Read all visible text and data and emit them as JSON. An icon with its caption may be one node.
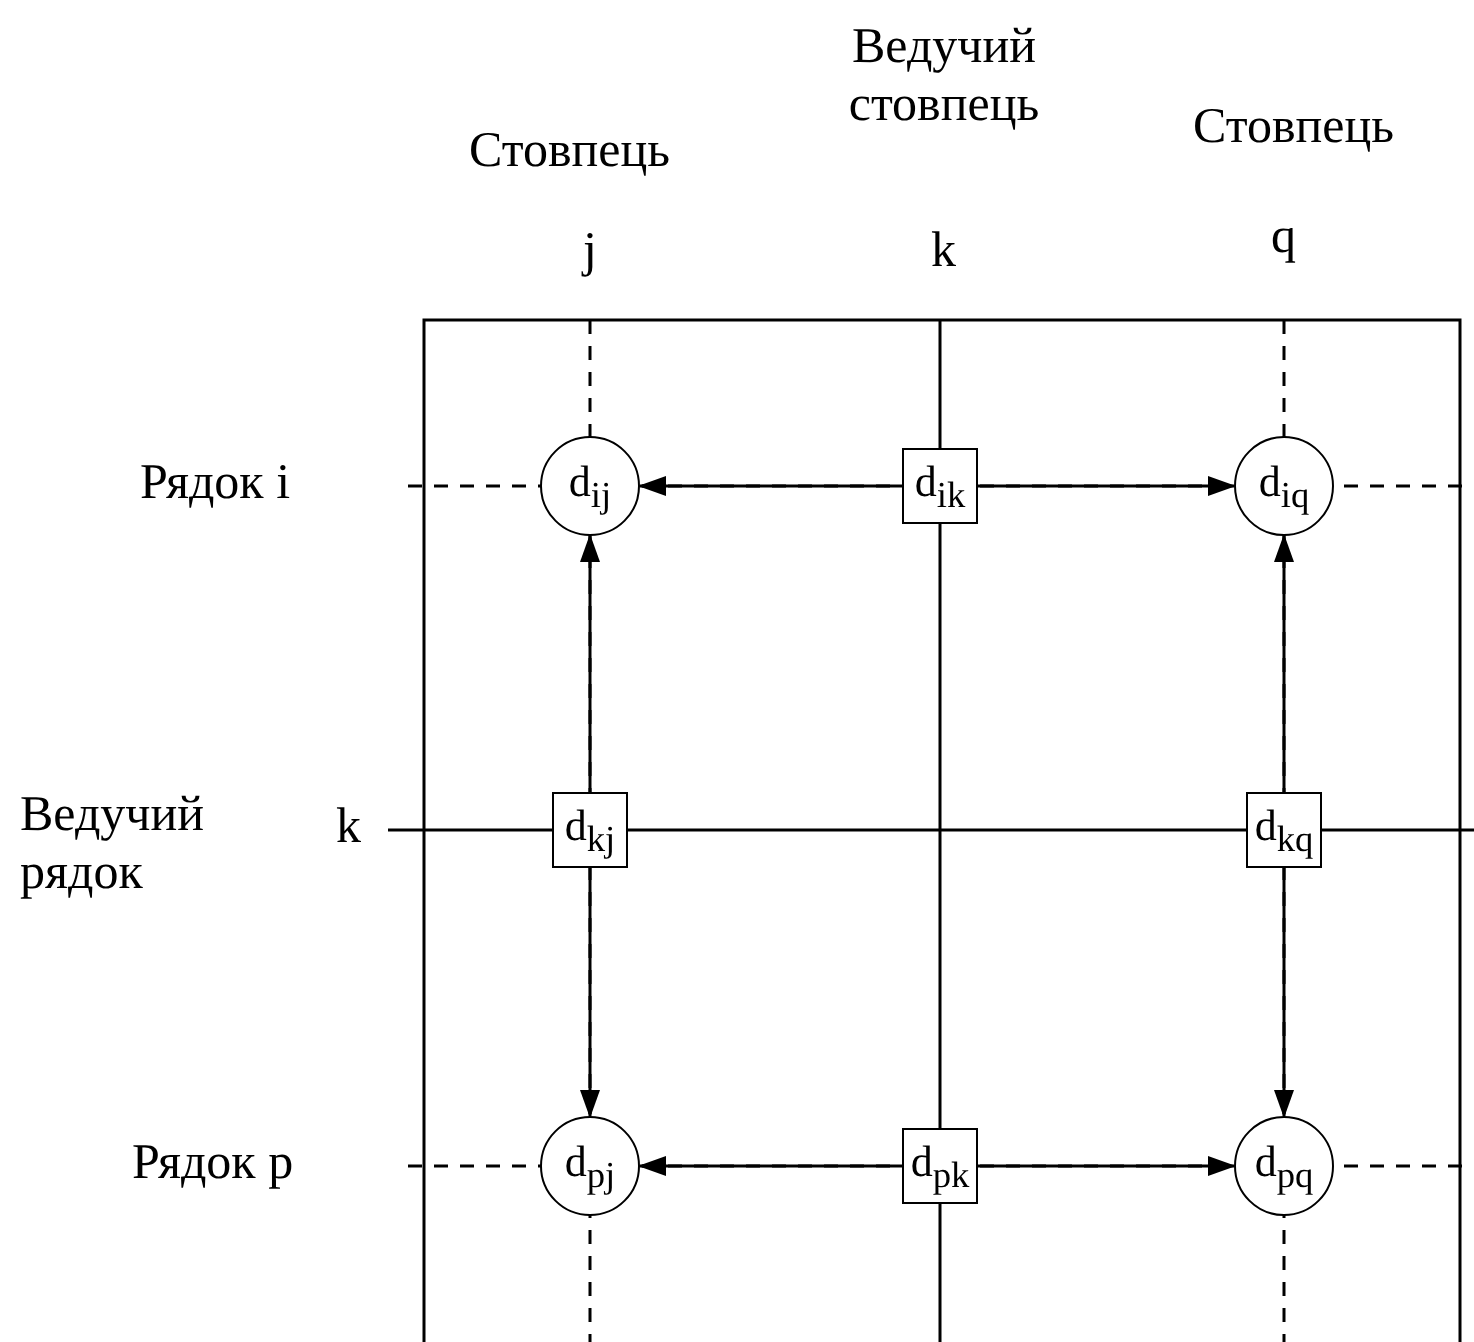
{
  "diagram": {
    "nodes": [
      {
        "text": [
          "d$_{ij}$"
        ]
      },
      {
        "text": [
          "d$_{ik}$"
        ]
      },
      {
        "text": [
          "d$_{iq}$"
        ]
      },
      {
        "text": [
          "d$_{kj}$"
        ]
      },
      {
        "text": [
          "d$_{kq}$"
        ]
      },
      {
        "text": [
          "d$_{pj}$"
        ]
      },
      {
        "text": [
          "d$_{pk}$"
        ]
      },
      {
        "text": [
          "d$_{pq}$"
        ]
      }
    ],
    "edges": [
      {
        "from": 1,
        "to": 0,
        "arrow": "to"
      },
      {
        "from": 1,
        "to": 2,
        "arrow": "to"
      },
      {
        "from": 3,
        "to": 0,
        "arrow": "to"
      },
      {
        "from": 4,
        "to": 2,
        "arrow": "to"
      },
      {
        "from": 3,
        "to": 5,
        "arrow": "to"
      },
      {
        "from": 4,
        "to": 7,
        "arrow": "to"
      },
      {
        "from": 6,
        "to": 5,
        "arrow": "to"
      },
      {
        "from": 6,
        "to": 7,
        "arrow": "to"
      }
    ],
    "labels": [
      "Стовпець",
      "j",
      "Ведучий стовпець",
      "k",
      "Стовпець",
      "q",
      "Рядок i",
      "Ведучий рядок",
      "k",
      "Рядок p"
    ]
  }
}
